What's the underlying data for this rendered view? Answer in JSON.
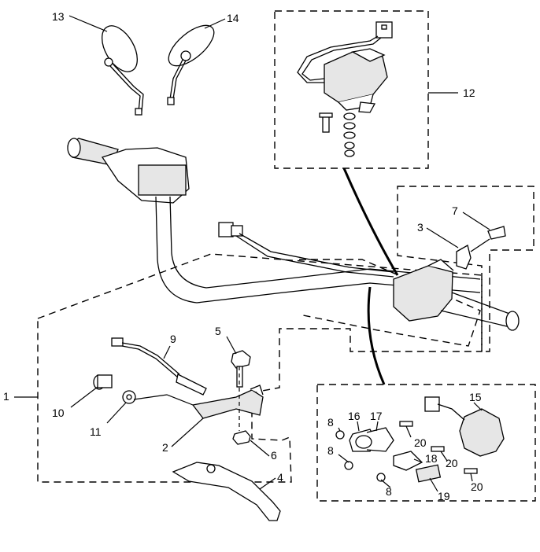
{
  "callouts": [
    {
      "id": "c1",
      "label": "1"
    },
    {
      "id": "c2",
      "label": "2"
    },
    {
      "id": "c3",
      "label": "3"
    },
    {
      "id": "c4",
      "label": "4"
    },
    {
      "id": "c5",
      "label": "5"
    },
    {
      "id": "c6",
      "label": "6"
    },
    {
      "id": "c7",
      "label": "7"
    },
    {
      "id": "c8a",
      "label": "8"
    },
    {
      "id": "c8b",
      "label": "8"
    },
    {
      "id": "c8c",
      "label": "8"
    },
    {
      "id": "c9",
      "label": "9"
    },
    {
      "id": "c10",
      "label": "10"
    },
    {
      "id": "c11",
      "label": "11"
    },
    {
      "id": "c12",
      "label": "12"
    },
    {
      "id": "c13",
      "label": "13"
    },
    {
      "id": "c14",
      "label": "14"
    },
    {
      "id": "c15",
      "label": "15"
    },
    {
      "id": "c16",
      "label": "16"
    },
    {
      "id": "c17",
      "label": "17"
    },
    {
      "id": "c18",
      "label": "18"
    },
    {
      "id": "c19",
      "label": "19"
    },
    {
      "id": "c20a",
      "label": "20"
    },
    {
      "id": "c20b",
      "label": "20"
    },
    {
      "id": "c20c",
      "label": "20"
    }
  ]
}
